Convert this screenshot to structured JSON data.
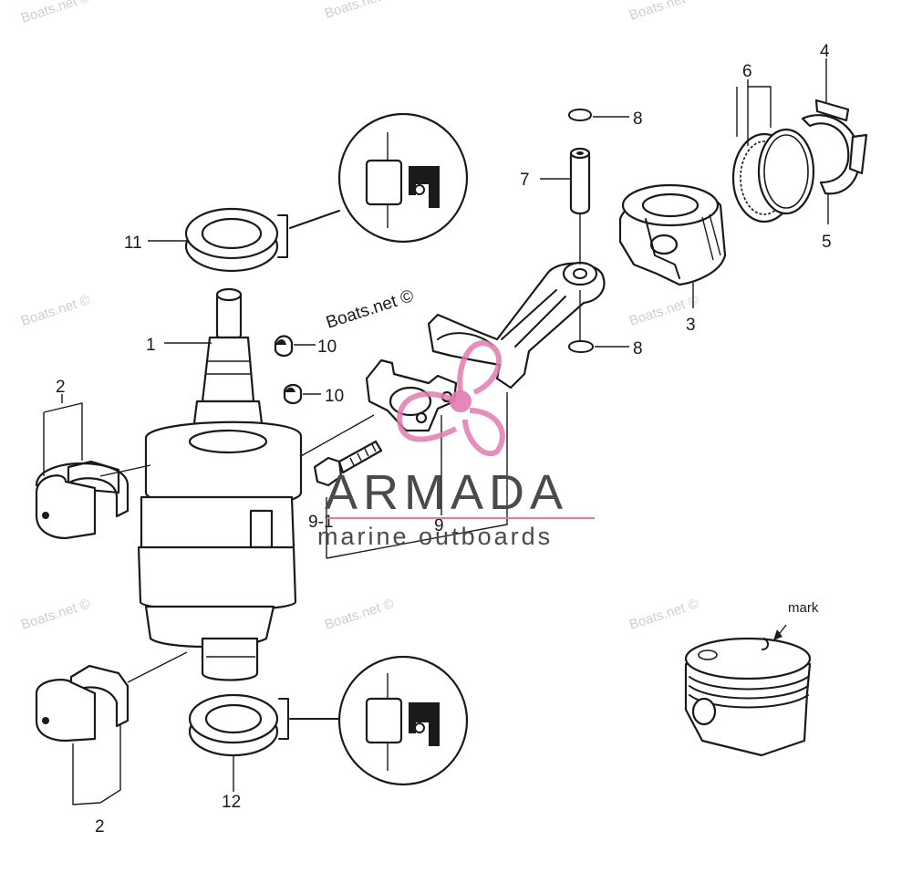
{
  "watermark_text": "Boats.net ©",
  "center_watermark": "Boats.net ©",
  "brand": {
    "name": "ARMADA",
    "tagline": "marine outboards",
    "accent_color": "#e27ab0",
    "text_color": "#4a4a4a"
  },
  "callouts": {
    "c1": "1",
    "c2_top": "2",
    "c2_bottom": "2",
    "c3": "3",
    "c4": "4",
    "c5": "5",
    "c6": "6",
    "c7": "7",
    "c8_top": "8",
    "c8_bottom": "8",
    "c9": "9",
    "c9_1": "9-1",
    "c10_top": "10",
    "c10_bottom": "10",
    "c11": "11",
    "c12": "12"
  },
  "mark_label": "mark"
}
